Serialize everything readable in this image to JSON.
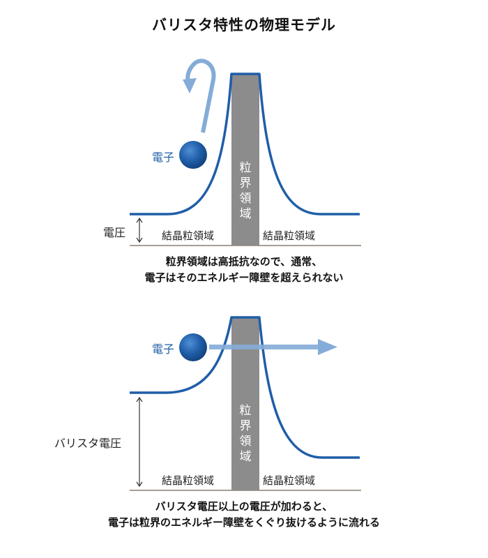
{
  "title": "バリスタ特性の物理モデル",
  "panel_top": {
    "electron_label": "電子",
    "voltage_label": "電圧",
    "grain_boundary_label": "粒界領域",
    "crystal_left_label": "結晶粒領域",
    "crystal_right_label": "結晶粒領域",
    "caption_line1": "粒界領域は高抵抗なので、通常、",
    "caption_line2": "電子はそのエネルギー障壁を超えられない"
  },
  "panel_bottom": {
    "electron_label": "電子",
    "voltage_label": "バリスタ電圧",
    "grain_boundary_label": "粒界領域",
    "crystal_left_label": "結晶粒領域",
    "crystal_right_label": "結晶粒領域",
    "caption_line1": "バリスタ電圧以上の電圧が加わると、",
    "caption_line2": "電子は粒界のエネルギー障壁をくぐり抜けるように流れる"
  },
  "colors": {
    "curve": "#1f5ea8",
    "arrow": "#84acd8",
    "boundary": "#8c8c8c",
    "electron": "#1f5ea8"
  }
}
